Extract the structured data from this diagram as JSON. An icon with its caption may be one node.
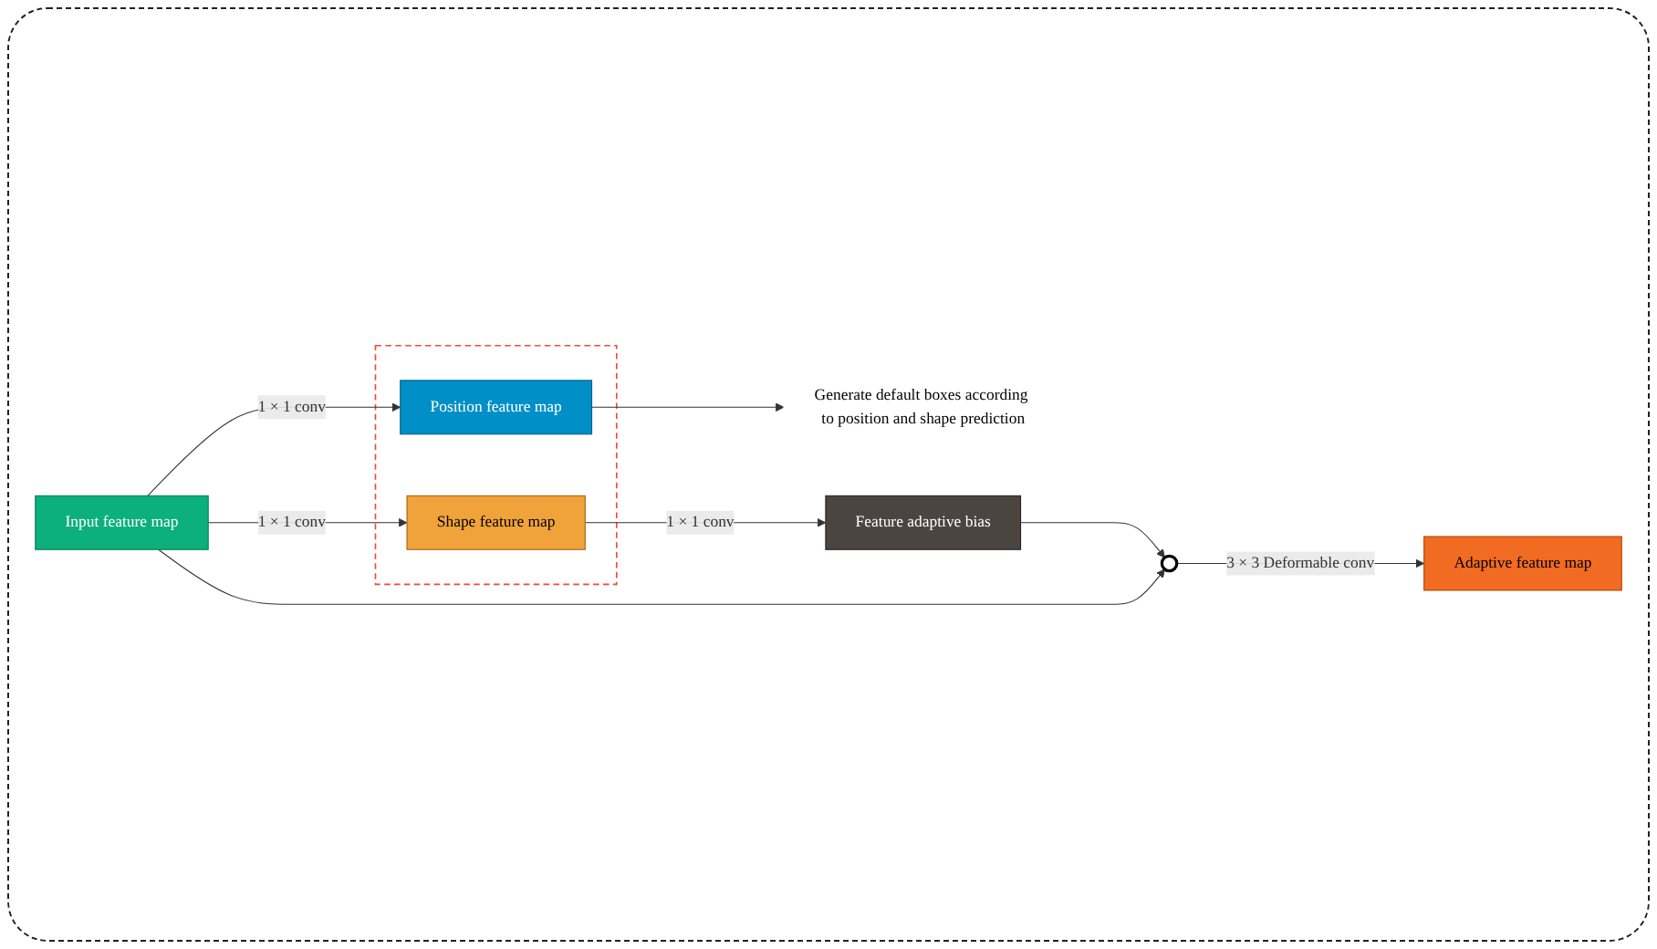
{
  "diagram": {
    "nodes": [
      {
        "text": [
          "Input feature map"
        ]
      },
      {
        "text": [],
        "shape": "box"
      },
      {
        "text": [
          "Position feature map"
        ],
        "in": 1
      },
      {
        "text": [
          "Shape feature map"
        ],
        "in": 1
      },
      {
        "text": [
          "Generate default boxes according to position and shape prediction"
        ]
      },
      {
        "text": [
          "Feature adaptive bias"
        ]
      },
      {
        "text": [],
        "shape": "circle"
      },
      {
        "text": [
          "Adaptive feature map"
        ]
      }
    ],
    "edges": [
      {
        "from": 0,
        "to": 2,
        "arrow": "to",
        "label": "1 × 1 conv"
      },
      {
        "from": 0,
        "to": 3,
        "arrow": "to",
        "label": "1 × 1 conv"
      },
      {
        "from": 2,
        "to": 4,
        "arrow": "to"
      },
      {
        "from": 3,
        "to": 5,
        "arrow": "to",
        "label": "1 × 1 conv"
      },
      {
        "from": 0,
        "to": 6,
        "arrow": "to"
      },
      {
        "from": 5,
        "to": 6,
        "arrow": "to"
      },
      {
        "from": 6,
        "to": 7,
        "arrow": "to",
        "label": "3 × 3 Deformable conv"
      }
    ]
  }
}
